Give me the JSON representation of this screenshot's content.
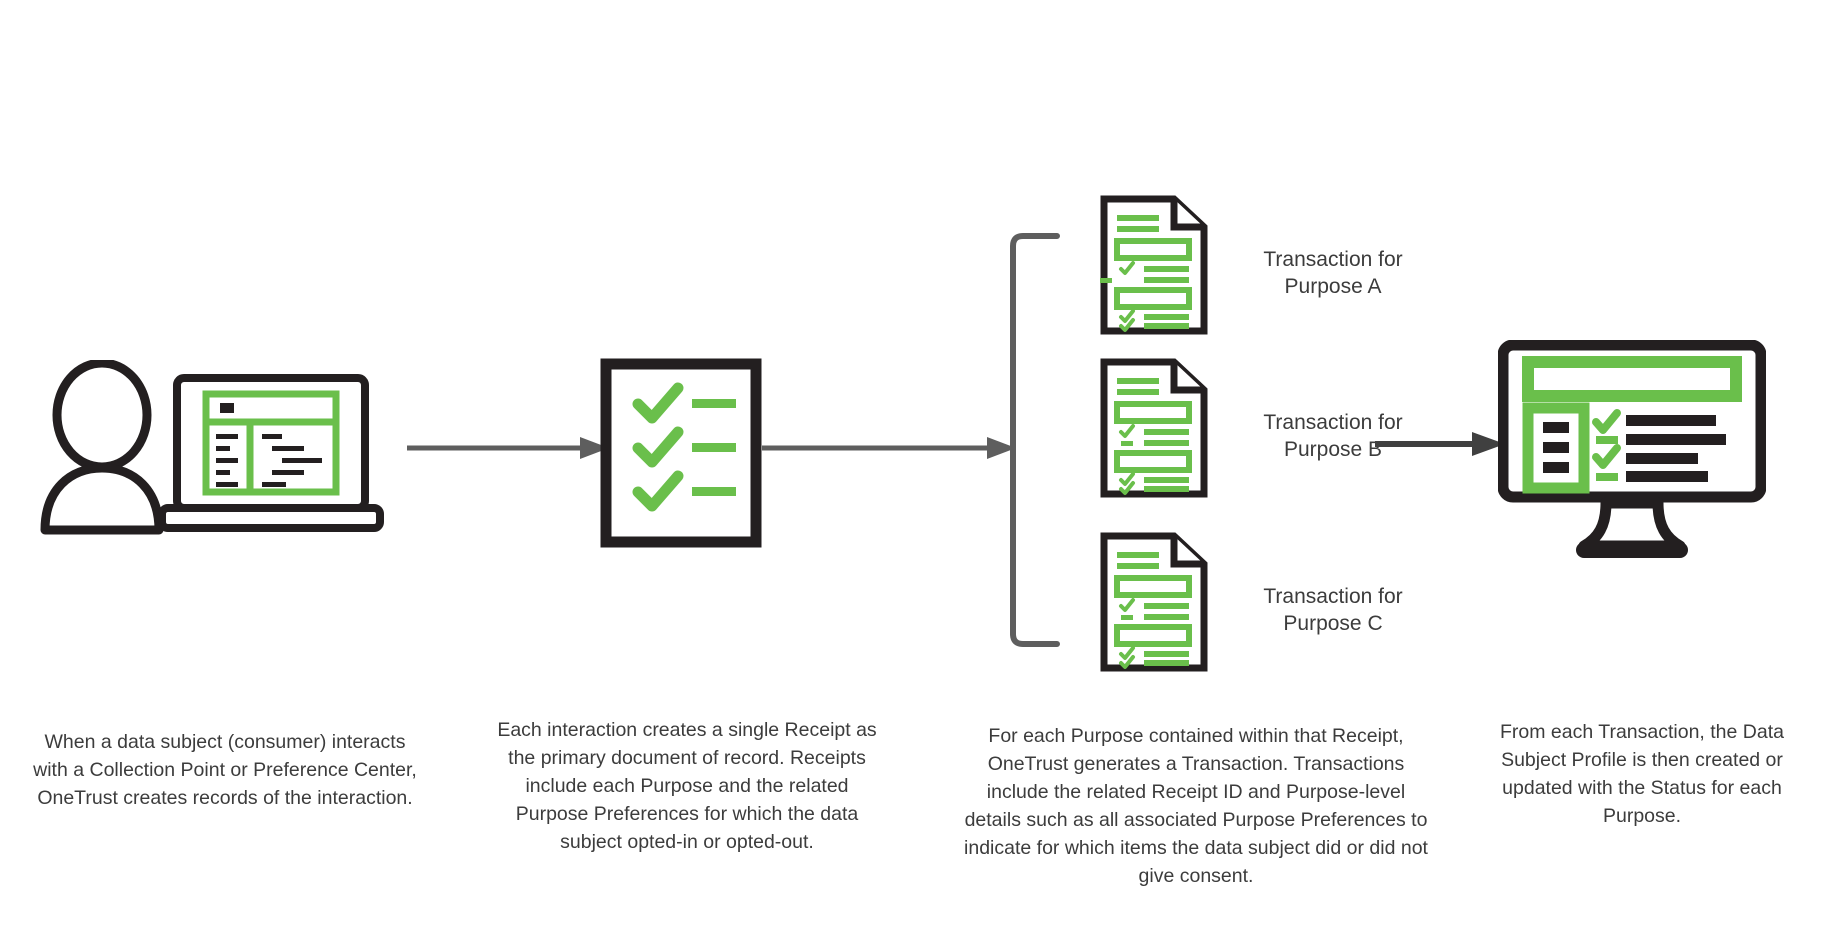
{
  "diagram": {
    "title": "OneTrust consent record flow",
    "background": "#ffffff",
    "colors": {
      "green": "#6ABF4B",
      "dark": "#231f20",
      "arrow_gray": "#5e5e5e",
      "text": "#3c3c3c"
    }
  },
  "stages": [
    {
      "id": "data-subject",
      "icon": "person-with-laptop-icon",
      "caption": "When a data subject (consumer) interacts with a Collection Point or Preference Center, OneTrust creates records of the interaction."
    },
    {
      "id": "receipt",
      "icon": "receipt-checklist-icon",
      "caption": "Each interaction creates a single Receipt as the primary document of record. Receipts include each Purpose and the related Purpose Preferences for which the data subject opted-in or opted-out."
    },
    {
      "id": "transactions",
      "icon": "transaction-document-icon",
      "caption": "For each Purpose contained within that Receipt, OneTrust generates a Transaction. Transactions include the related Receipt ID and Purpose-level details such as all associated Purpose Preferences to indicate for which items the data subject did or did not give consent."
    },
    {
      "id": "data-subject-profile",
      "icon": "desktop-monitor-icon",
      "caption": "From each Transaction, the Data Subject Profile is then created or updated with the Status for each Purpose."
    }
  ],
  "transactions": [
    {
      "label": "Transaction for\nPurpose A"
    },
    {
      "label": "Transaction for\nPurpose B"
    },
    {
      "label": "Transaction for\nPurpose C"
    }
  ],
  "connectors": [
    {
      "name": "arrow-laptop-to-receipt",
      "type": "arrow"
    },
    {
      "name": "arrow-receipt-to-bracket",
      "type": "arrow"
    },
    {
      "name": "bracket-transactions",
      "type": "bracket"
    },
    {
      "name": "arrow-transaction-to-monitor",
      "type": "arrow"
    }
  ]
}
